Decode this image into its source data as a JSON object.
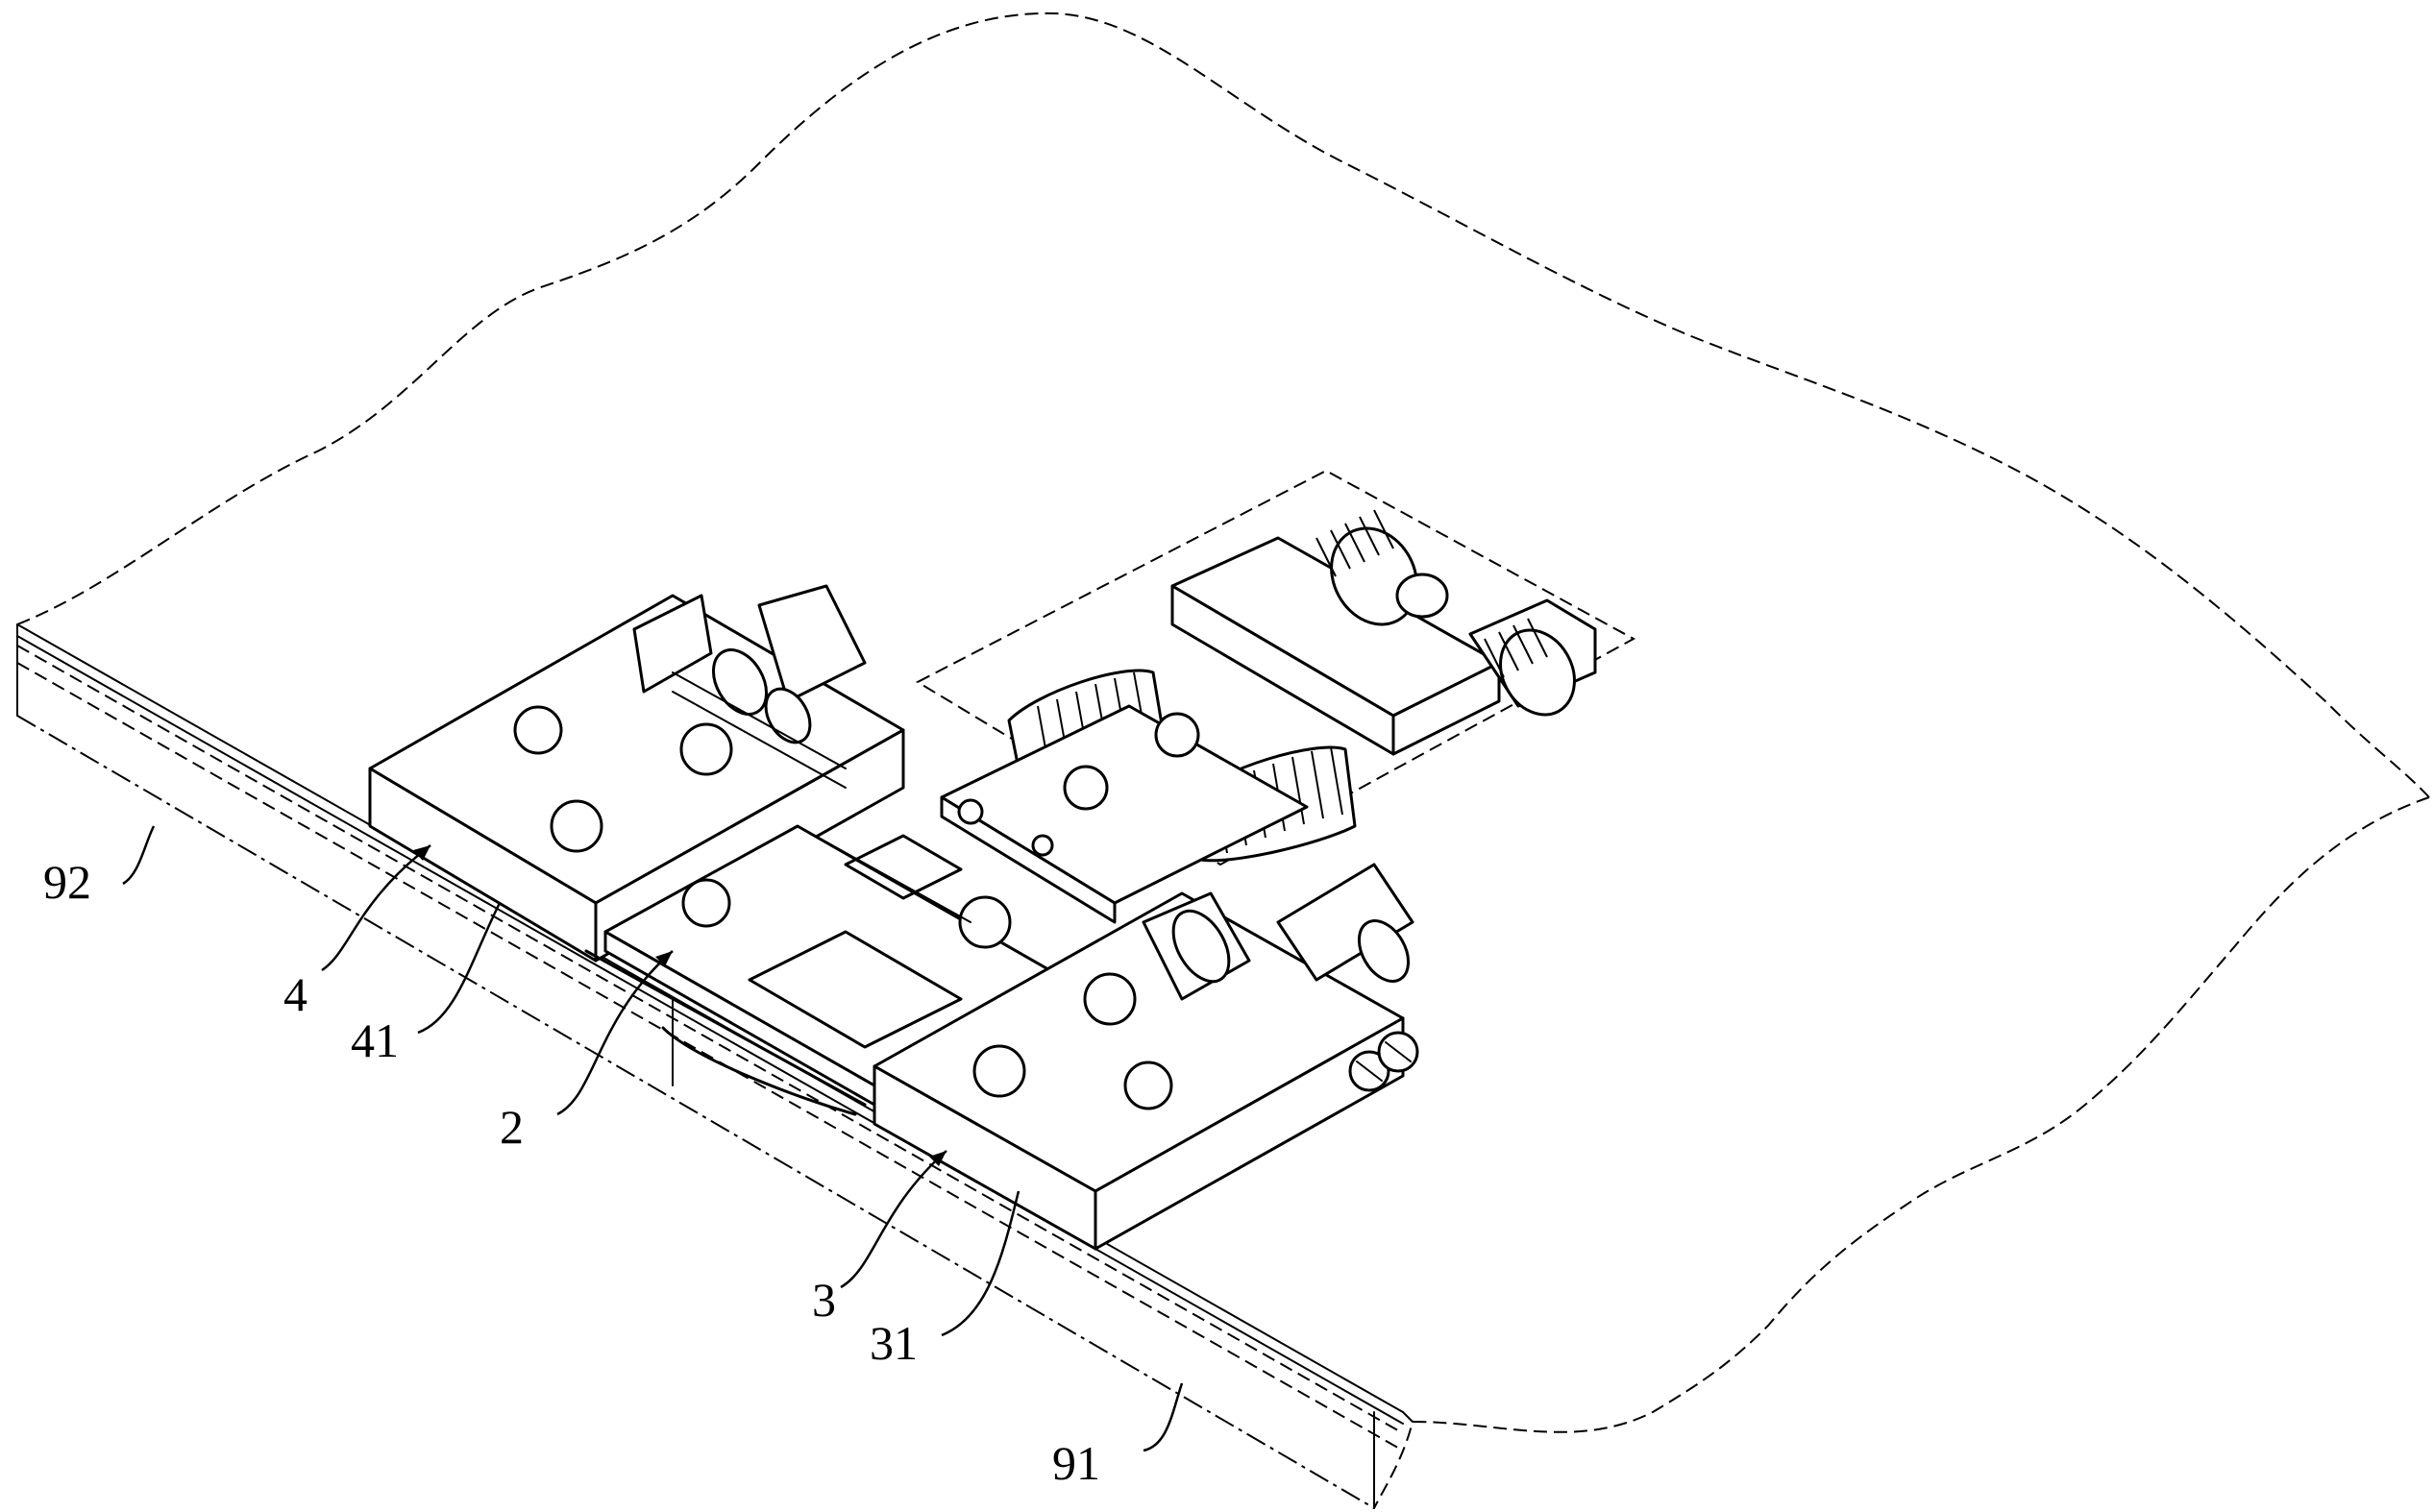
{
  "figure": {
    "labels": {
      "ref_2": "2",
      "ref_3": "3",
      "ref_31": "31",
      "ref_4": "4",
      "ref_41": "41",
      "ref_91": "91",
      "ref_92": "92"
    }
  }
}
